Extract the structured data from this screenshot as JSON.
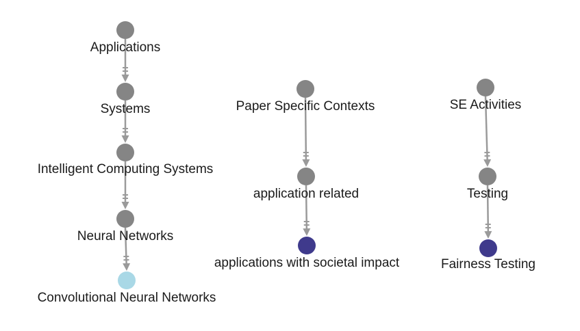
{
  "colors": {
    "default_node": "#858585",
    "leaf_dark": "#3f3a8c",
    "leaf_light": "#a9d8e6",
    "edge": "#9a9a9a"
  },
  "graph": {
    "nodes": [
      {
        "id": "applications",
        "label": "Applications",
        "color": "default_node"
      },
      {
        "id": "systems",
        "label": "Systems",
        "color": "default_node"
      },
      {
        "id": "intelligent",
        "label": "Intelligent Computing Systems",
        "color": "default_node"
      },
      {
        "id": "neural",
        "label": "Neural Networks",
        "color": "default_node"
      },
      {
        "id": "cnn",
        "label": "Convolutional Neural Networks",
        "color": "leaf_light"
      },
      {
        "id": "paper",
        "label": "Paper Specific Contexts",
        "color": "default_node"
      },
      {
        "id": "apprel",
        "label": "application related",
        "color": "default_node"
      },
      {
        "id": "societal",
        "label": "applications with societal impact",
        "color": "leaf_dark"
      },
      {
        "id": "se",
        "label": "SE Activities",
        "color": "default_node"
      },
      {
        "id": "testing",
        "label": "Testing",
        "color": "default_node"
      },
      {
        "id": "fairness",
        "label": "Fairness Testing",
        "color": "leaf_dark"
      }
    ],
    "edges": [
      {
        "from": "applications",
        "to": "systems"
      },
      {
        "from": "systems",
        "to": "intelligent"
      },
      {
        "from": "intelligent",
        "to": "neural"
      },
      {
        "from": "neural",
        "to": "cnn"
      },
      {
        "from": "paper",
        "to": "apprel"
      },
      {
        "from": "apprel",
        "to": "societal"
      },
      {
        "from": "se",
        "to": "testing"
      },
      {
        "from": "testing",
        "to": "fairness"
      }
    ]
  }
}
